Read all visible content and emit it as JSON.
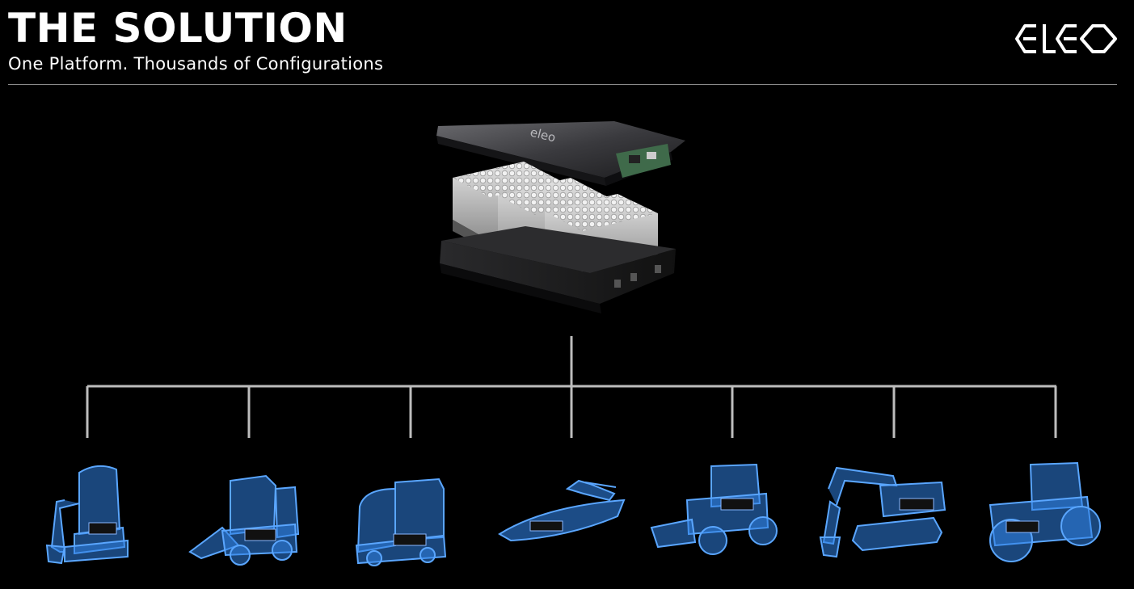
{
  "header": {
    "title": "THE SOLUTION",
    "subtitle": "One Platform. Thousands of Configurations"
  },
  "brand": {
    "logo_text": "eleo",
    "accent_color": "#2f7fe0",
    "background_color": "#000000",
    "text_color": "#ffffff"
  },
  "battery_module": {
    "icon": "battery-module-exploded-icon"
  },
  "vehicles": [
    {
      "icon": "mini-excavator-icon"
    },
    {
      "icon": "skid-steer-loader-icon"
    },
    {
      "icon": "utility-truck-icon"
    },
    {
      "icon": "boat-icon"
    },
    {
      "icon": "wheel-loader-icon"
    },
    {
      "icon": "crawler-excavator-icon"
    },
    {
      "icon": "tractor-icon"
    }
  ]
}
